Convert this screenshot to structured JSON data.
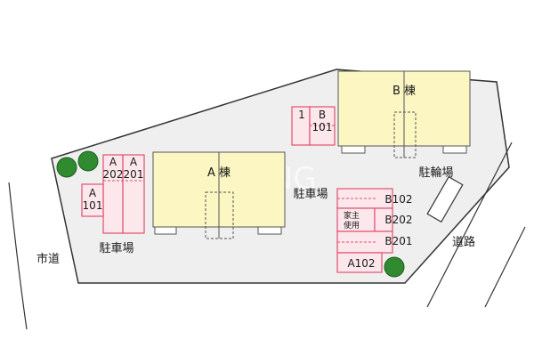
{
  "map": {
    "buildings": {
      "a": "A 棟",
      "b": "B 棟"
    },
    "labels": {
      "parking_left": "駐車場",
      "parking_center": "駐車場",
      "bicycle_parking": "駐輪場",
      "city_road": "市道",
      "road": "道路"
    },
    "parking_spaces": {
      "b101": [
        "1",
        "B",
        "101"
      ],
      "a202": [
        "A",
        "202"
      ],
      "a201": [
        "A",
        "201"
      ],
      "a101": [
        "A",
        "101"
      ],
      "b102": "B102",
      "owner_use": [
        "家主",
        "使用"
      ],
      "b202": "B202",
      "b201": "B201",
      "a102": "A102"
    },
    "colors": {
      "lot": "#efefef",
      "building": "#fbf6c2",
      "parking_fill": "#fce8ec",
      "parking_border": "#e0506e",
      "tree": "#2f8a30"
    },
    "watermark": "HOUSING"
  }
}
